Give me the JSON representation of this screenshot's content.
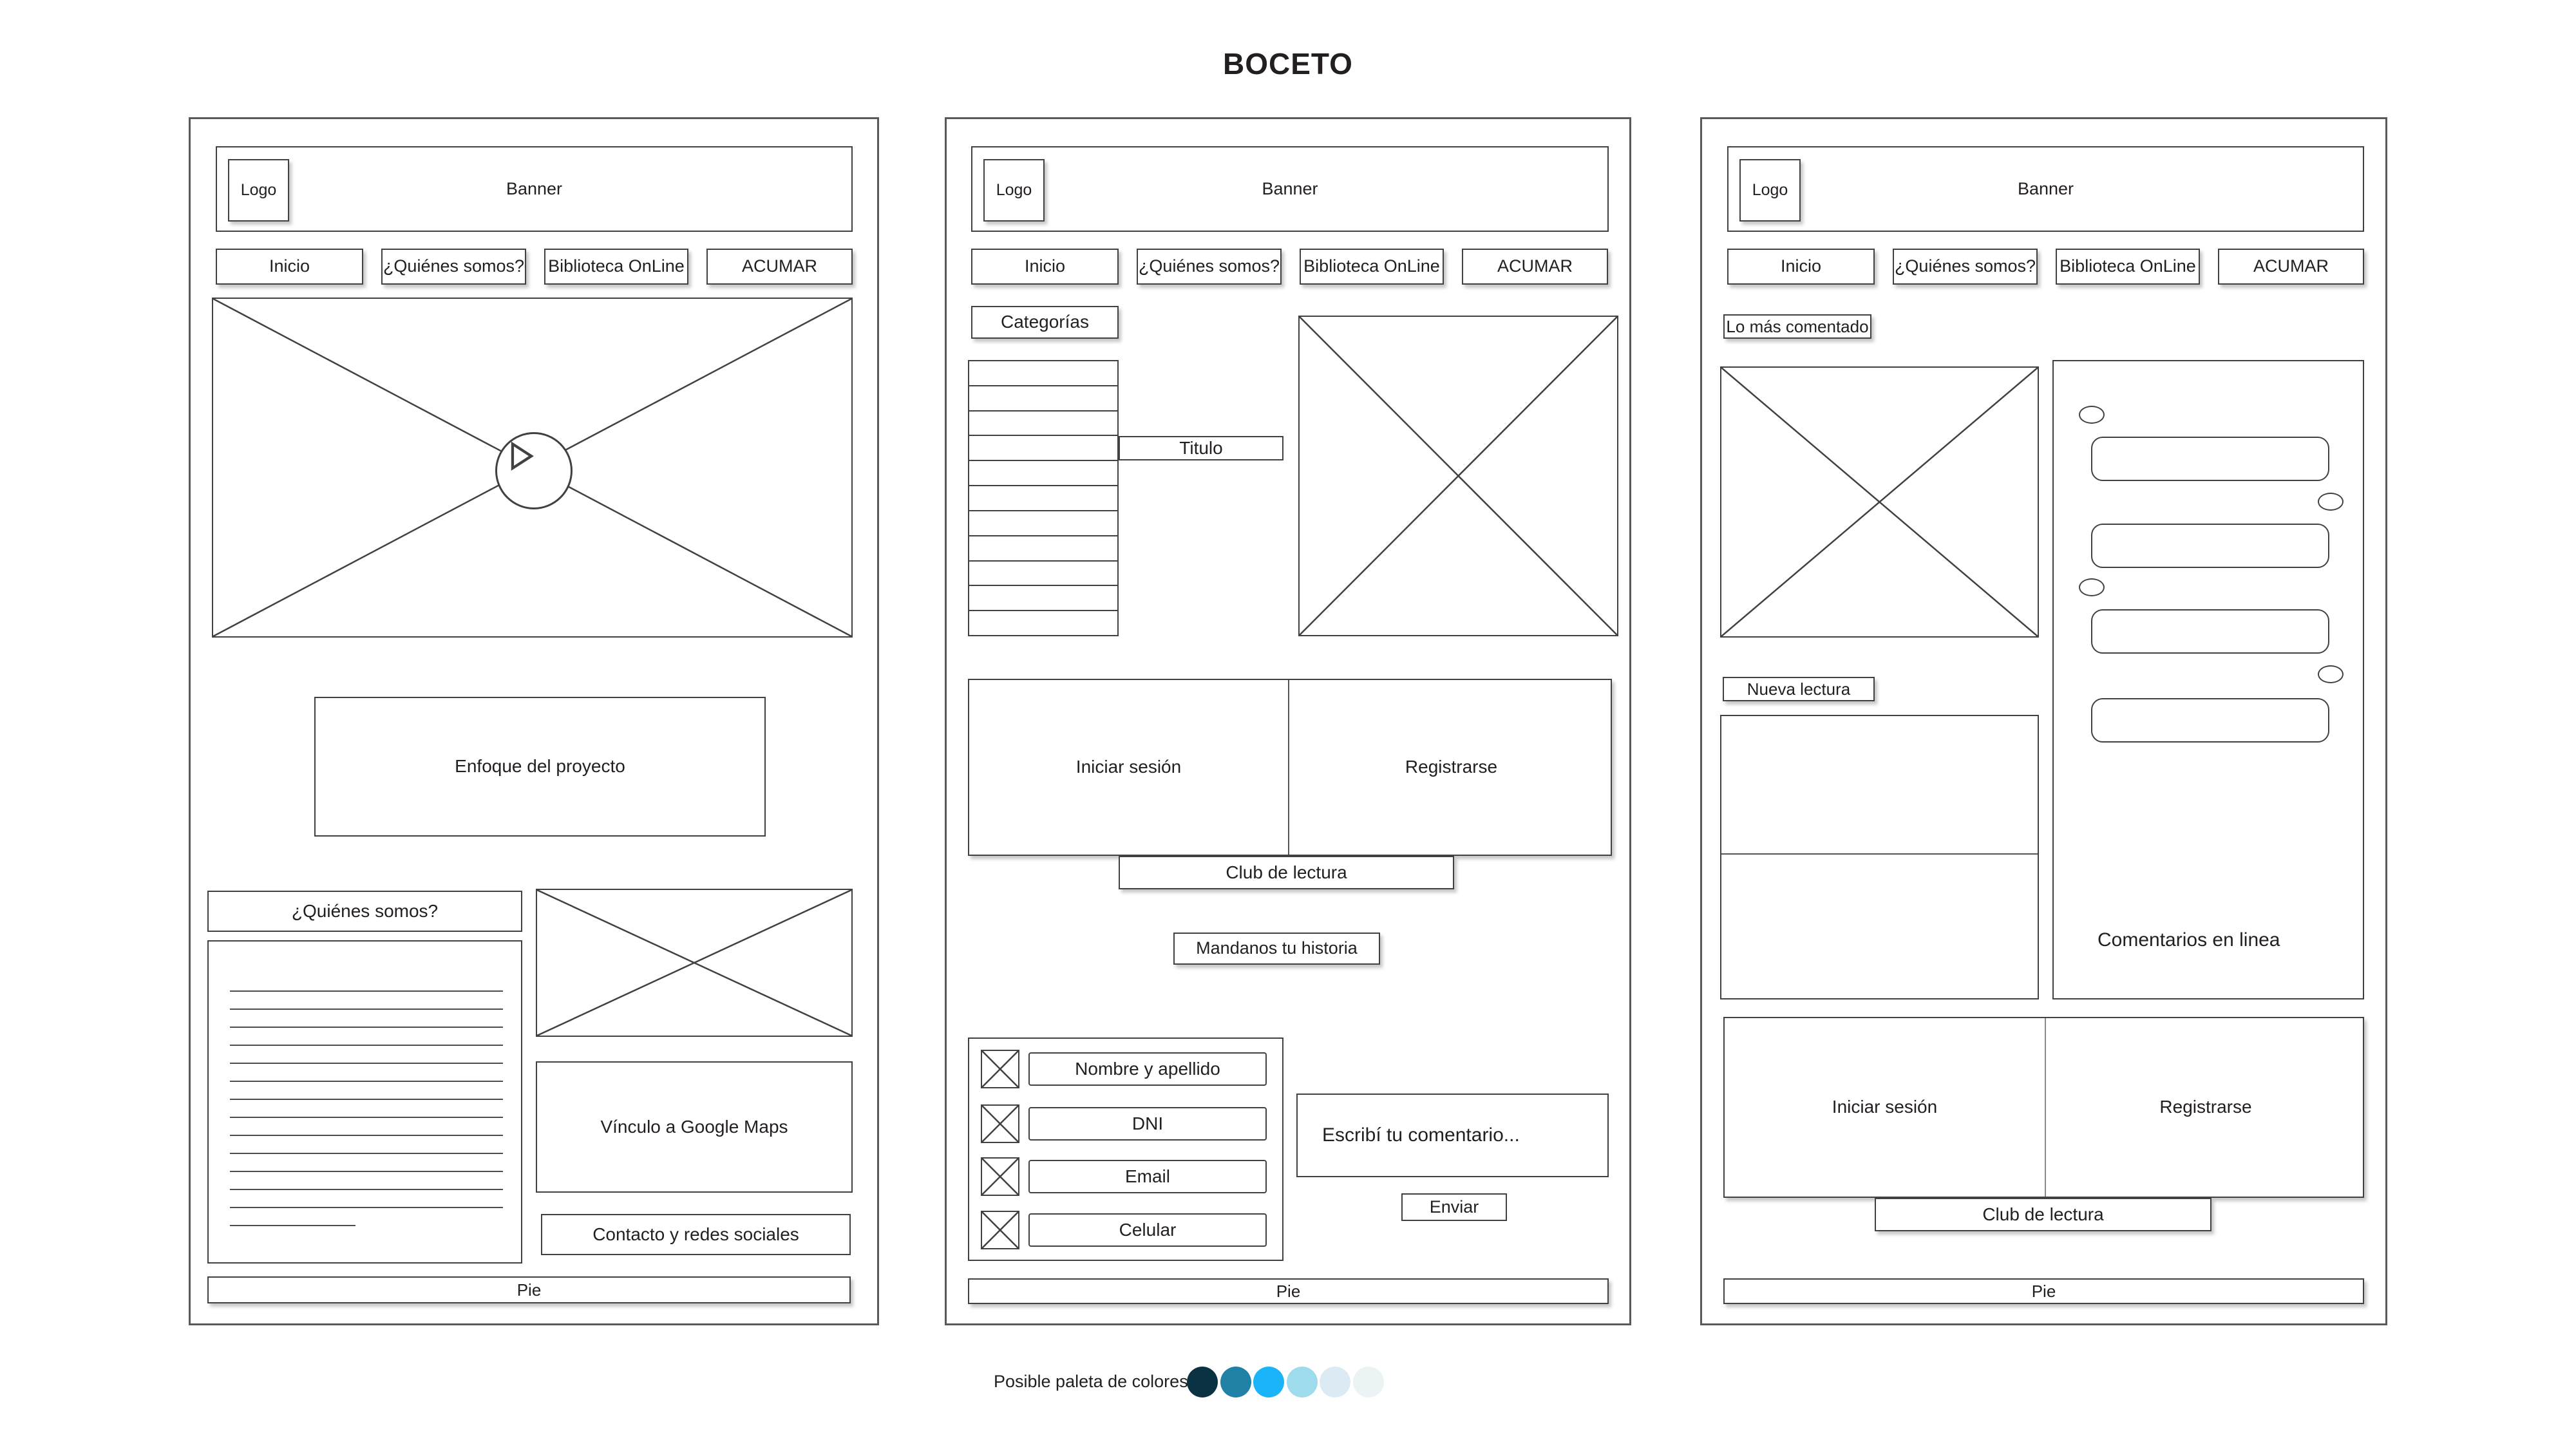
{
  "title": "BOCETO",
  "header": {
    "logo": "Logo",
    "banner": "Banner"
  },
  "nav": {
    "items": [
      "Inicio",
      "¿Quiénes somos?",
      "Biblioteca OnLine",
      "ACUMAR"
    ]
  },
  "panel1": {
    "enfoque": "Enfoque del proyecto",
    "quienes_title": "¿Quiénes somos?",
    "maps": "Vínculo a Google Maps",
    "contacto": "Contacto y redes sociales",
    "pie": "Pie"
  },
  "panel2": {
    "categorias": "Categorías",
    "titulo": "Titulo",
    "iniciar": "Iniciar sesión",
    "registrarse": "Registrarse",
    "club": "Club de lectura",
    "mandanos": "Mandanos tu historia",
    "fields": [
      "Nombre y apellido",
      "DNI",
      "Email",
      "Celular"
    ],
    "comentario": "Escribí tu comentario...",
    "enviar": "Enviar",
    "pie": "Pie"
  },
  "panel3": {
    "lo_mas": "Lo más comentado",
    "nueva": "Nueva lectura",
    "comentarios": "Comentarios en linea",
    "iniciar": "Iniciar sesión",
    "registrarse": "Registrarse",
    "club": "Club de lectura",
    "pie": "Pie"
  },
  "palette": {
    "label": "Posible paleta de colores",
    "colors": [
      "#0b3243",
      "#2180a6",
      "#1cb4f9",
      "#9edced",
      "#dcebf3",
      "#ecf3f5"
    ]
  }
}
